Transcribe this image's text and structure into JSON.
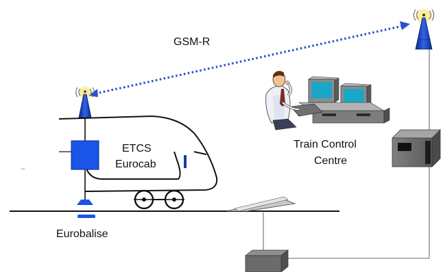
{
  "labels": {
    "gsm_r": "GSM-R",
    "etcs_line1": "ETCS",
    "etcs_line2": "Eurocab",
    "train_control_line1": "Train Control",
    "train_control_line2": "Centre",
    "eurobalise": "Eurobalise"
  },
  "colors": {
    "blue": "#1a55e8",
    "dark_blue": "#1a3aa0",
    "radio_link": "#2a4fd0",
    "line": "#111111",
    "cable": "#9a9a9a",
    "grey_box": "#6b6b6b",
    "signal_glow": "#f2e14a",
    "monitor_screen": "#1aa6c8",
    "monitor_body": "#8c8c8c"
  },
  "icons": {
    "train_antenna": "antenna-tower-icon",
    "trackside_antenna": "antenna-tower-icon",
    "operator": "person-icon",
    "workstation": "computer-workstation-icon",
    "rbc_cabinet": "server-cabinet-icon",
    "interlocking_box": "equipment-box-icon",
    "track_equipment": "ramp-icon"
  }
}
